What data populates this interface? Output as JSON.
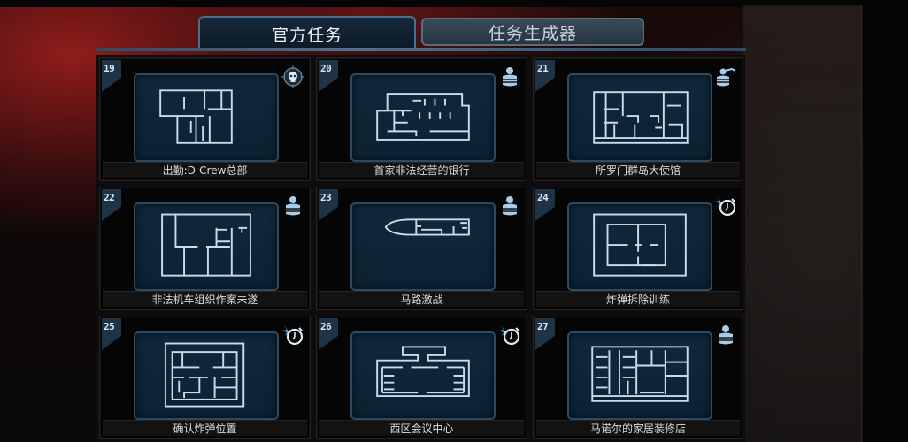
{
  "tabs": [
    {
      "label": "官方任务",
      "active": true
    },
    {
      "label": "任务生成器",
      "active": false
    }
  ],
  "colors": {
    "accent": "#4b6f8f",
    "map_bg": "#10283a",
    "map_line": "#c6dced",
    "icon": "#a9cde8"
  },
  "missions": [
    {
      "number": "19",
      "name": "出勤:D-Crew总部",
      "icon": "skull-target-icon"
    },
    {
      "number": "20",
      "name": "首家非法经营的银行",
      "icon": "hostage-icon"
    },
    {
      "number": "21",
      "name": "所罗门群岛大使馆",
      "icon": "hostage-rescue-icon"
    },
    {
      "number": "22",
      "name": "非法机车组织作案未遂",
      "icon": "hostage-icon"
    },
    {
      "number": "23",
      "name": "马路激战",
      "icon": "hostage-icon"
    },
    {
      "number": "24",
      "name": "炸弹拆除训练",
      "icon": "bomb-timer-icon"
    },
    {
      "number": "25",
      "name": "确认炸弹位置",
      "icon": "bomb-timer-icon"
    },
    {
      "number": "26",
      "name": "西区会议中心",
      "icon": "bomb-timer-icon"
    },
    {
      "number": "27",
      "name": "马诺尔的家居装修店",
      "icon": "hostage-icon"
    }
  ]
}
